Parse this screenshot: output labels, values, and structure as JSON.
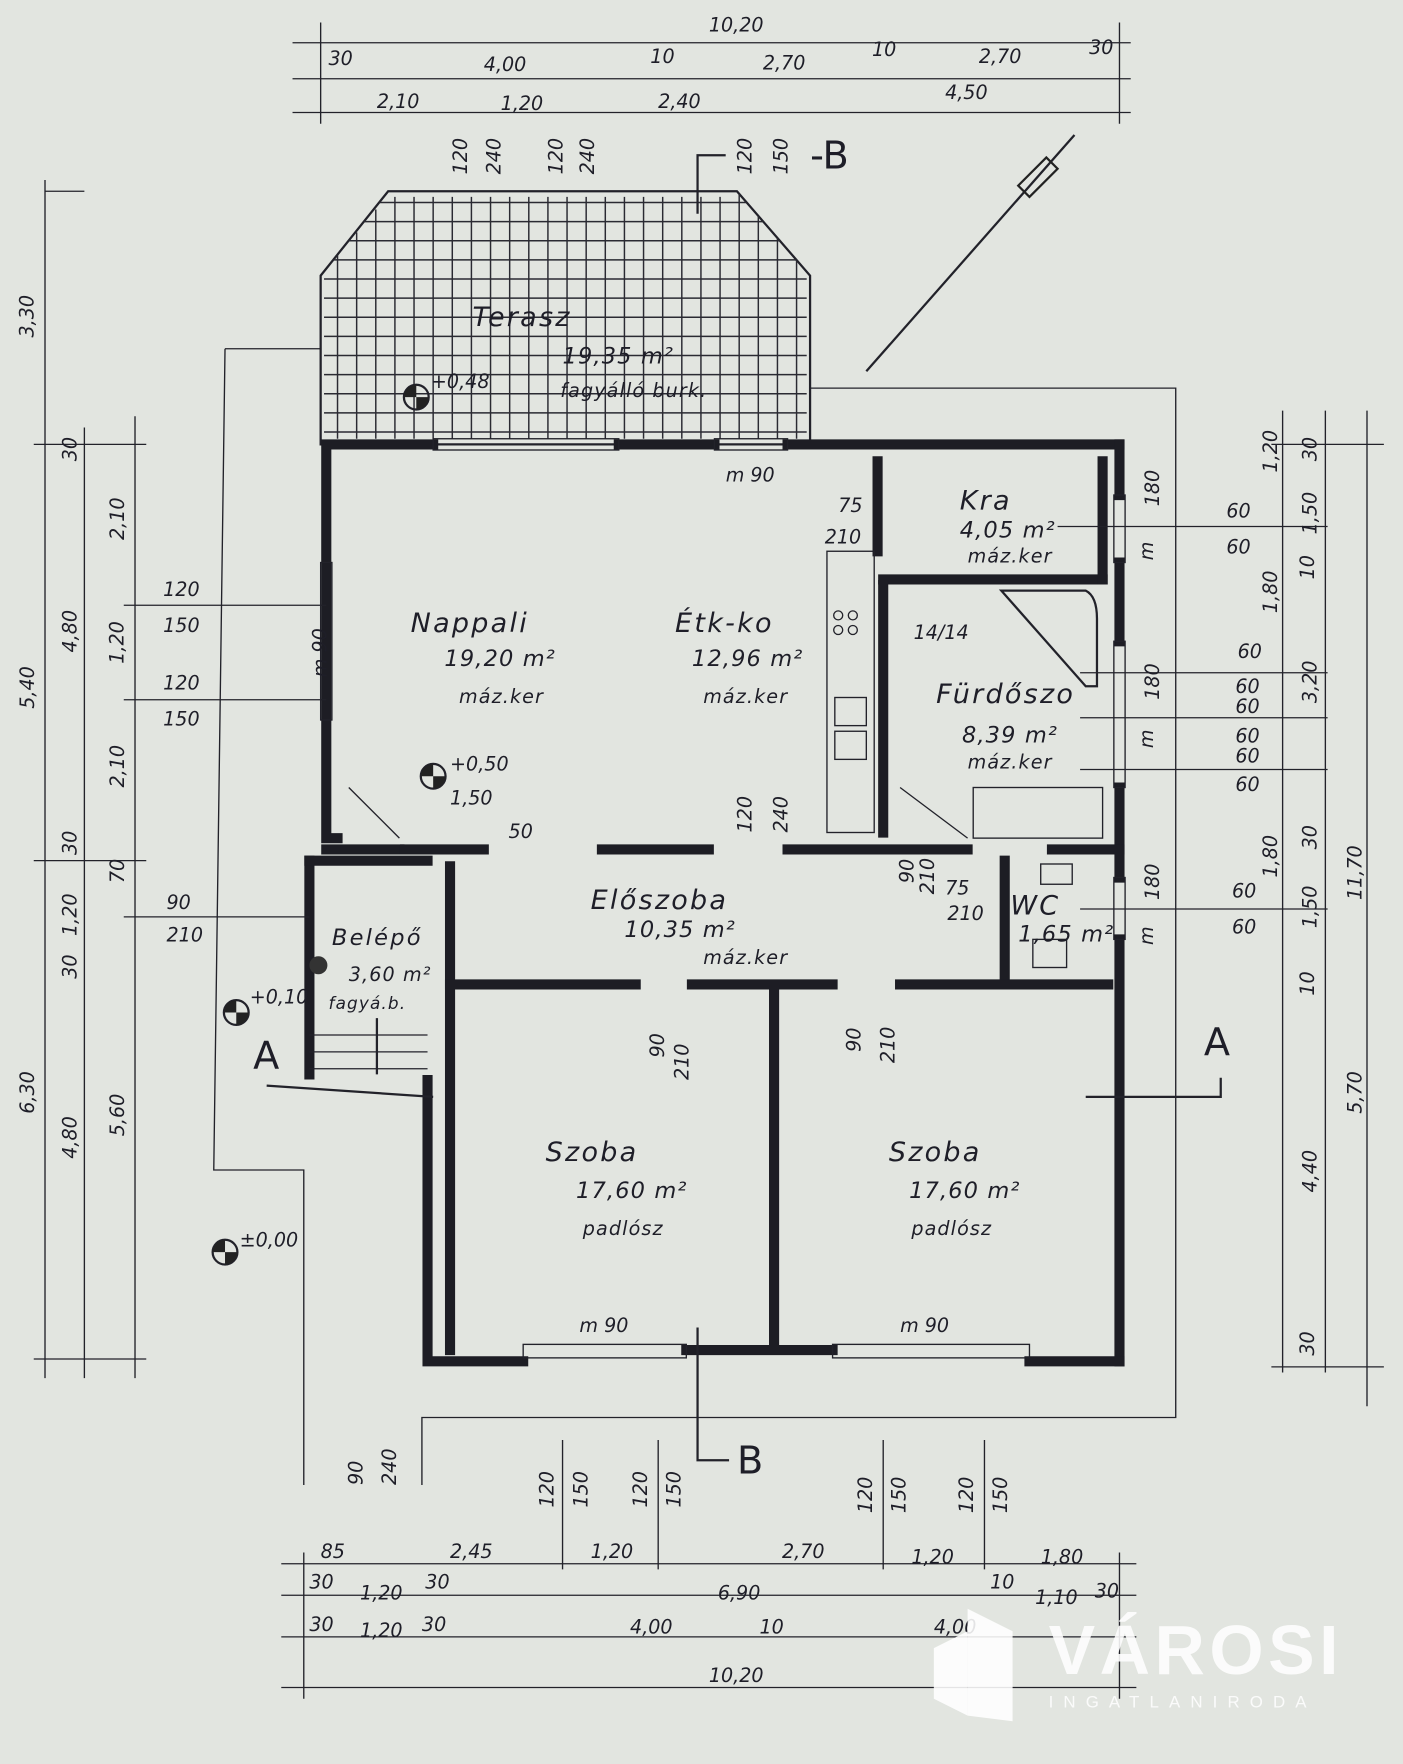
{
  "rooms": {
    "terasz": {
      "name": "Terasz",
      "area": "19,35 m²",
      "floor": "fagyálló burk."
    },
    "nappali": {
      "name": "Nappali",
      "area": "19,20 m²",
      "floor": "máz.ker"
    },
    "etkezo": {
      "name": "Étk-ko",
      "area": "12,96 m²",
      "floor": "máz.ker"
    },
    "kamra": {
      "name": "Kra",
      "area": "4,05 m²",
      "floor": "máz.ker"
    },
    "furdoszoba": {
      "name": "Fürdőszo",
      "area": "8,39 m²",
      "floor": "máz.ker"
    },
    "eloszoba": {
      "name": "Előszoba",
      "area": "10,35 m²",
      "floor": "máz.ker"
    },
    "wc": {
      "name": "WC",
      "area": "1,65 m²"
    },
    "belepo": {
      "name": "Belépő",
      "area": "3,60 m²",
      "floor": "fagyá.b."
    },
    "szoba1": {
      "name": "Szoba",
      "area": "17,60 m²",
      "floor": "padlósz"
    },
    "szoba2": {
      "name": "Szoba",
      "area": "17,60 m²",
      "floor": "padlósz"
    }
  },
  "levels": [
    "+0,48",
    "+0,50",
    "+0,10",
    "±0,00"
  ],
  "sections": {
    "a": "A",
    "b": "B",
    "b_top": "-B"
  },
  "top_dims": [
    "10,20",
    "30",
    "4,00",
    "10",
    "2,70",
    "10",
    "2,70",
    "30",
    "2,10",
    "1,20",
    "2,40",
    "4,50",
    "120",
    "240",
    "120",
    "240",
    "120",
    "150"
  ],
  "left_dims": [
    "3,30",
    "5,40",
    "4,80",
    "30",
    "2,10",
    "1,20",
    "2,10",
    "30",
    "1,20",
    "70",
    "30",
    "6,30",
    "4,80",
    "5,60",
    "120",
    "150",
    "120",
    "150",
    "90",
    "210",
    "1,50",
    "50"
  ],
  "right_dims": [
    "1,20",
    "30",
    "1,50",
    "10",
    "1,80",
    "3,20",
    "1,80",
    "30",
    "1,50",
    "10",
    "11,70",
    "5,70",
    "4,40",
    "30",
    "60",
    "60",
    "60",
    "60",
    "60",
    "60",
    "60",
    "60",
    "60",
    "60",
    "180",
    "180",
    "180"
  ],
  "bottom_dims": [
    "90",
    "240",
    "120",
    "150",
    "120",
    "150",
    "120",
    "150",
    "120",
    "150",
    "85",
    "2,45",
    "1,20",
    "2,70",
    "1,20",
    "1,80",
    "30",
    "1,20",
    "30",
    "6,90",
    "10",
    "1,10",
    "30",
    "30",
    "1,20",
    "30",
    "4,00",
    "10",
    "4,00",
    "10,20"
  ],
  "door_dims": [
    "m 90",
    "m 90",
    "m 90",
    "m 90",
    "75",
    "210",
    "14/14",
    "90",
    "210",
    "75",
    "210",
    "90",
    "210",
    "90",
    "210",
    "120",
    "240",
    "m",
    "m",
    "m"
  ],
  "logo": {
    "name": "VÁROSI",
    "sub": "INGATLANIRODA"
  }
}
